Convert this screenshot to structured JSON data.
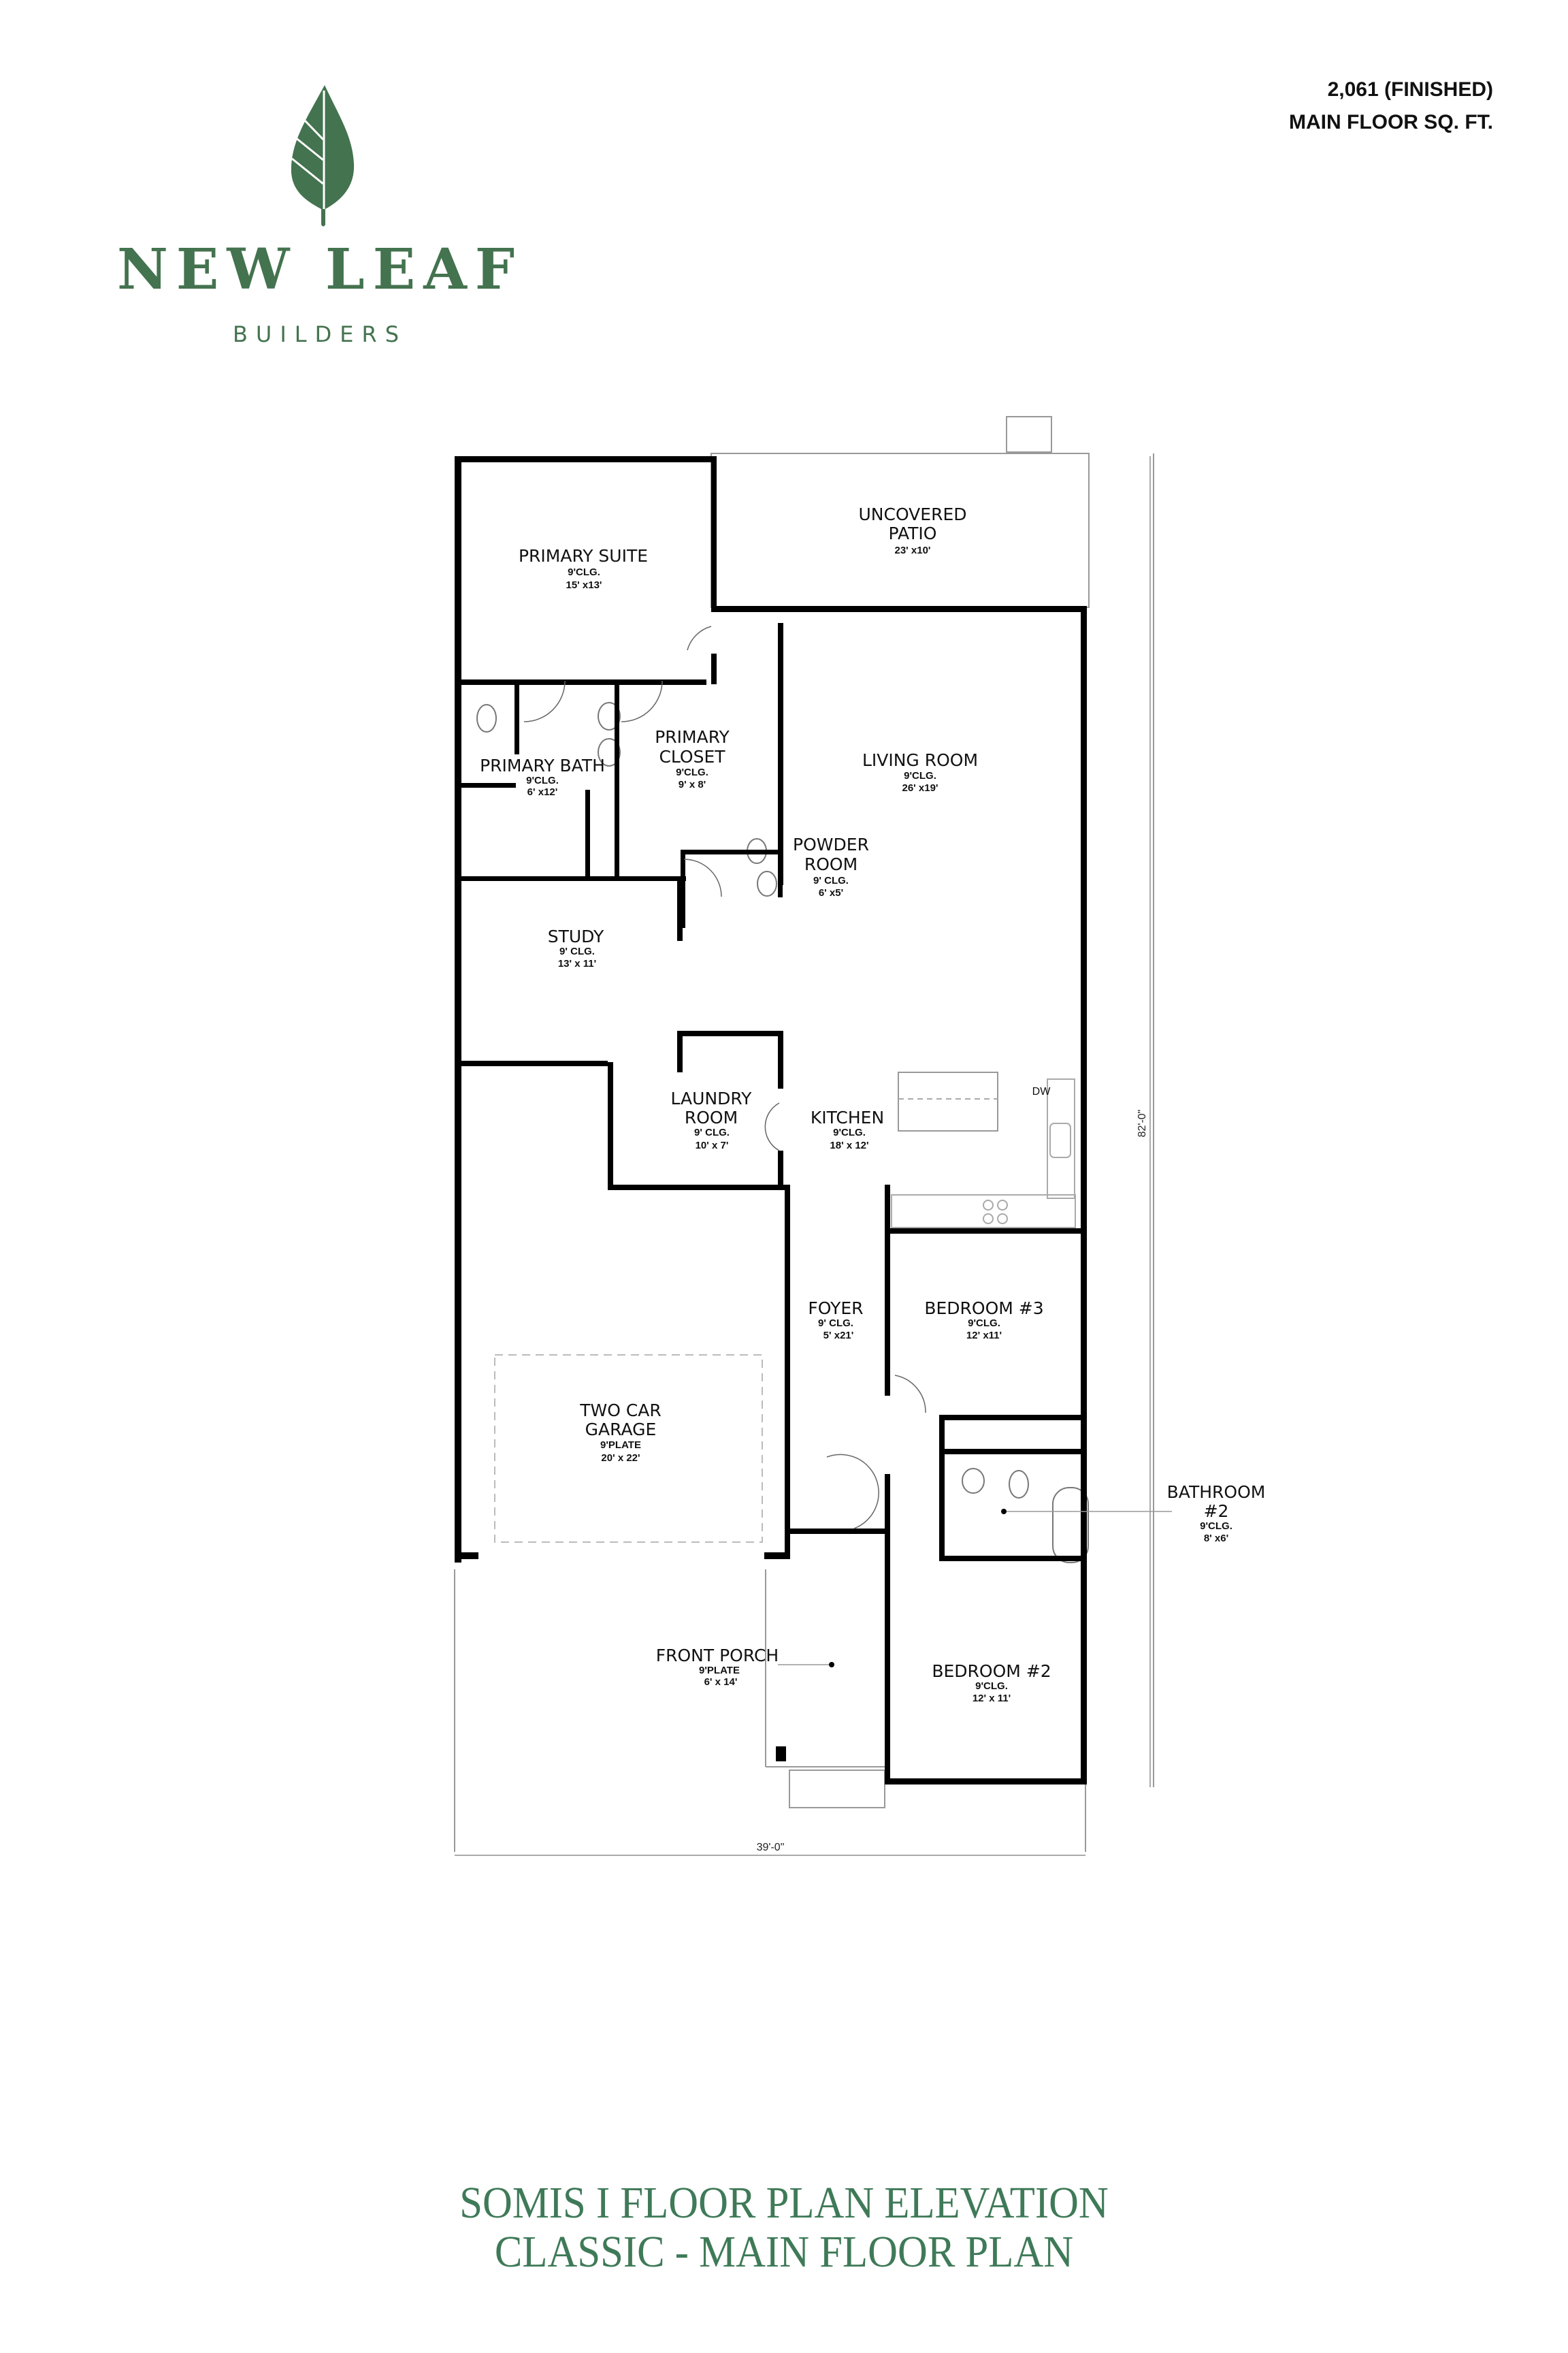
{
  "brand": {
    "name": "NEW LEAF",
    "subtitle": "BUILDERS",
    "color": "#44734f",
    "icon": "leaf-icon"
  },
  "square_footage": {
    "line1": "2,061 (FINISHED)",
    "line2": "MAIN FLOOR SQ. FT."
  },
  "plan": {
    "dimensions": {
      "width": "39'-0\"",
      "depth": "82'-0\""
    },
    "rooms": [
      {
        "id": "primary-suite",
        "name": "PRIMARY SUITE",
        "ceiling": "9'CLG.",
        "size": "15' x13'"
      },
      {
        "id": "uncovered-patio",
        "name_lines": [
          "UNCOVERED",
          "PATIO"
        ],
        "size": "23' x10'"
      },
      {
        "id": "primary-bath",
        "name": "PRIMARY BATH",
        "ceiling": "9'CLG.",
        "size": "6' x12'"
      },
      {
        "id": "primary-closet",
        "name_lines": [
          "PRIMARY",
          "CLOSET"
        ],
        "ceiling": "9'CLG.",
        "size": "9' x 8'"
      },
      {
        "id": "living-room",
        "name": "LIVING ROOM",
        "ceiling": "9'CLG.",
        "size": "26' x19'"
      },
      {
        "id": "powder-room",
        "name_lines": [
          "POWDER",
          "ROOM"
        ],
        "ceiling": "9' CLG.",
        "size": "6' x5'"
      },
      {
        "id": "study",
        "name": "STUDY",
        "ceiling": "9' CLG.",
        "size": "13' x 11'"
      },
      {
        "id": "laundry-room",
        "name_lines": [
          "LAUNDRY",
          "ROOM"
        ],
        "ceiling": "9' CLG.",
        "size": "10' x 7'"
      },
      {
        "id": "kitchen",
        "name": "KITCHEN",
        "ceiling": "9'CLG.",
        "size": "18' x 12'",
        "appliance_label": "DW"
      },
      {
        "id": "foyer",
        "name": "FOYER",
        "ceiling": "9' CLG.",
        "size": "5' x21'"
      },
      {
        "id": "bedroom-3",
        "name": "BEDROOM #3",
        "ceiling": "9'CLG.",
        "size": "12' x11'"
      },
      {
        "id": "two-car-garage",
        "name_lines": [
          "TWO CAR",
          "GARAGE"
        ],
        "ceiling": "9'PLATE",
        "size": "20' x 22'"
      },
      {
        "id": "bathroom-2",
        "name_lines": [
          "BATHROOM",
          "#2"
        ],
        "ceiling": "9'CLG.",
        "size": "8' x6'"
      },
      {
        "id": "front-porch",
        "name": "FRONT PORCH",
        "ceiling": "9'PLATE",
        "size": "6' x 14'"
      },
      {
        "id": "bedroom-2",
        "name": "BEDROOM #2",
        "ceiling": "9'CLG.",
        "size": "12' x 11'"
      }
    ]
  },
  "footer": {
    "line1": "SOMIS I FLOOR PLAN ELEVATION",
    "line2": "CLASSIC - MAIN FLOOR PLAN",
    "color": "#3f7a58"
  }
}
